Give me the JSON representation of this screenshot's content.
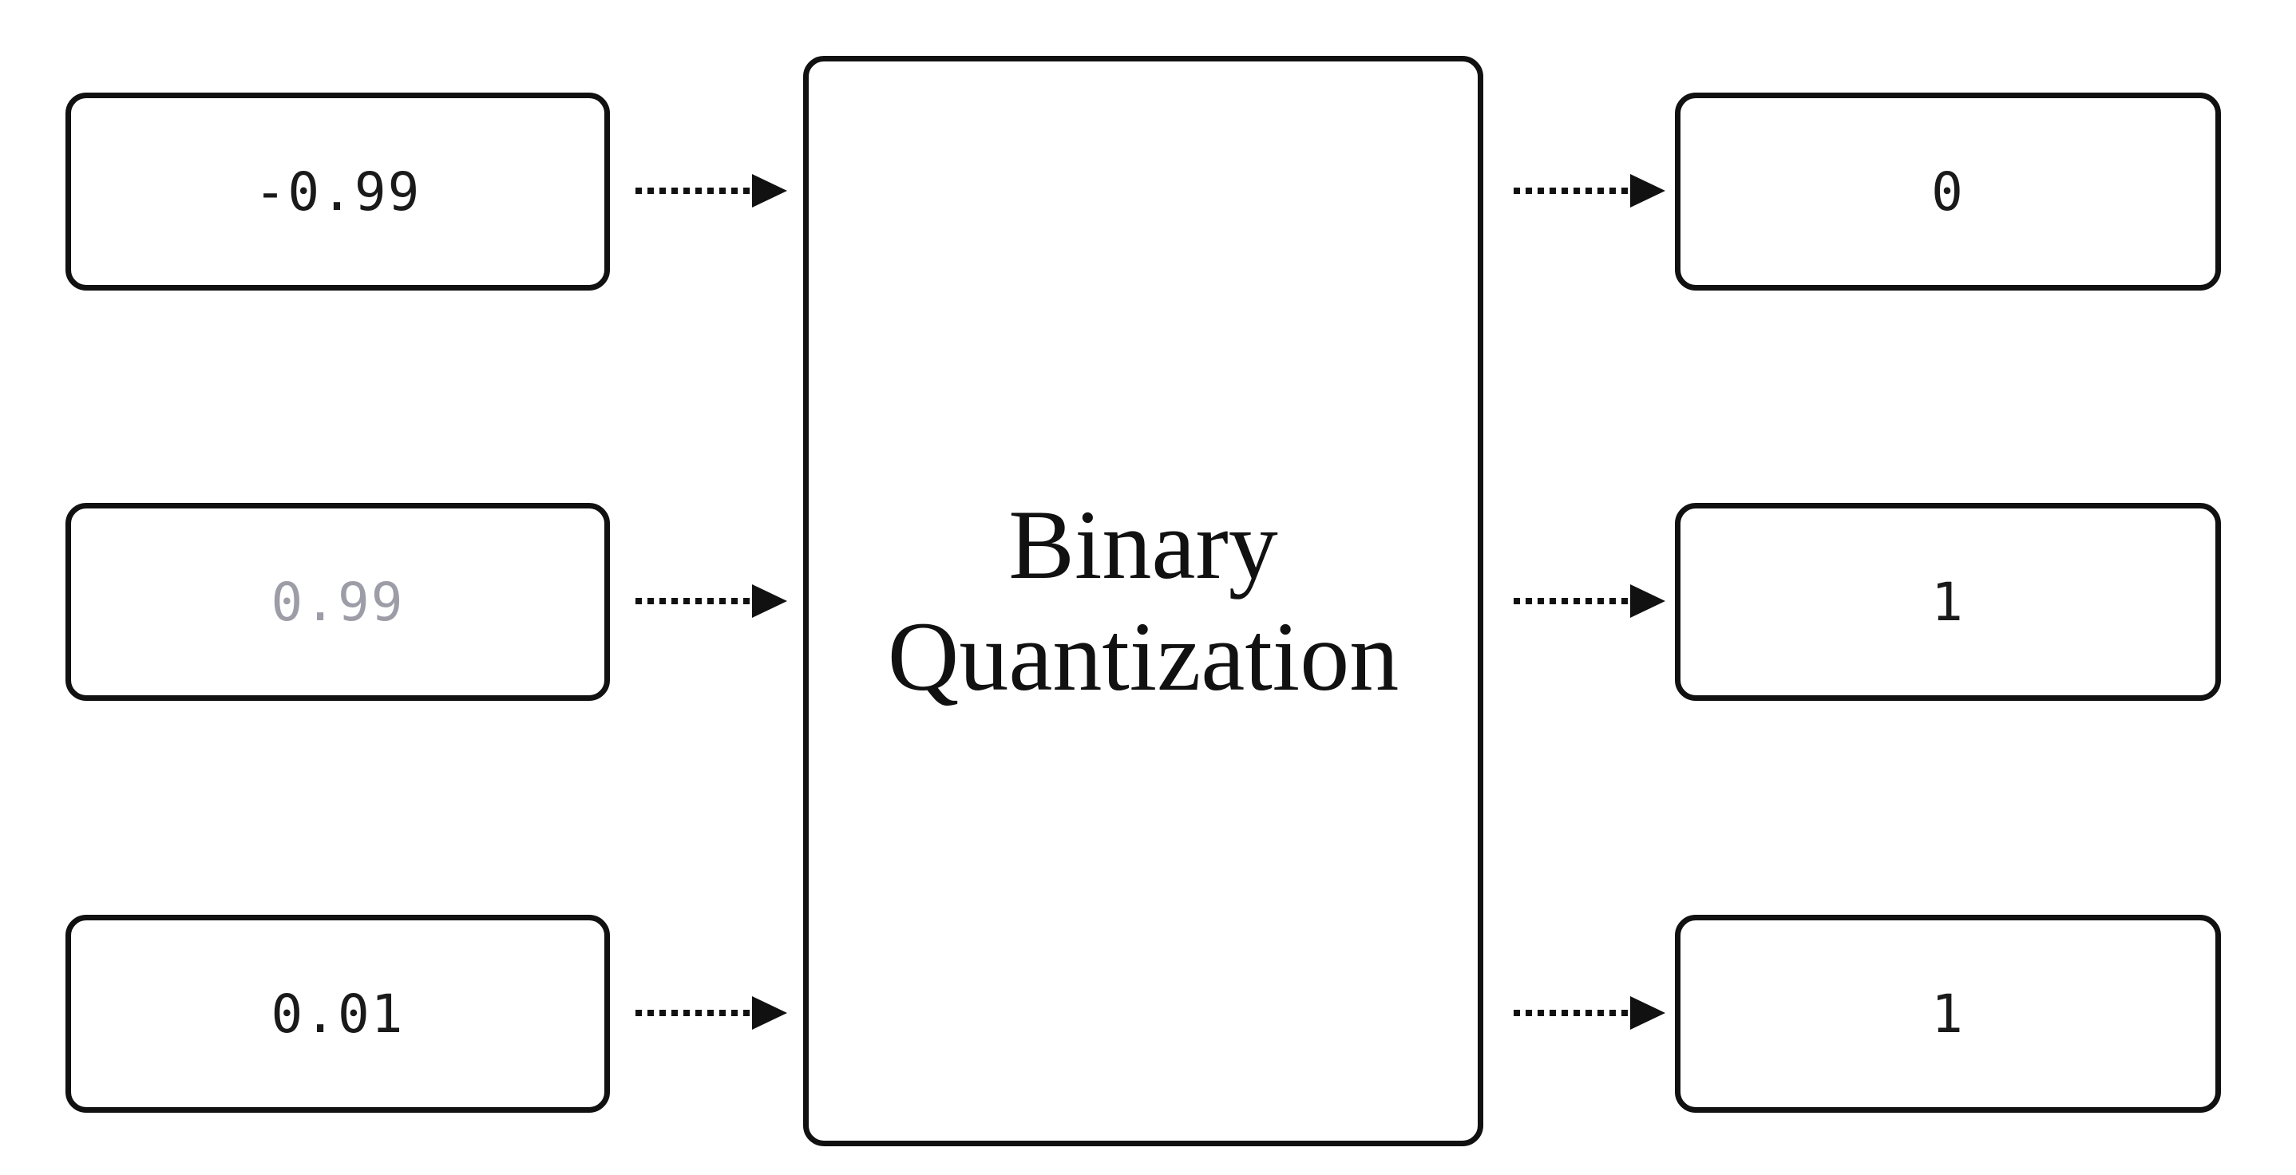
{
  "diagram": {
    "inputs": [
      {
        "value": "-0.99"
      },
      {
        "value": "0.99"
      },
      {
        "value": "0.01"
      }
    ],
    "center": {
      "line1": "Binary",
      "line2": "Quantization"
    },
    "outputs": [
      {
        "value": "0"
      },
      {
        "value": "1"
      },
      {
        "value": "1"
      }
    ],
    "colors": {
      "stroke": "#111111",
      "background": "#ffffff",
      "faded_text": "#8d8d98"
    }
  }
}
